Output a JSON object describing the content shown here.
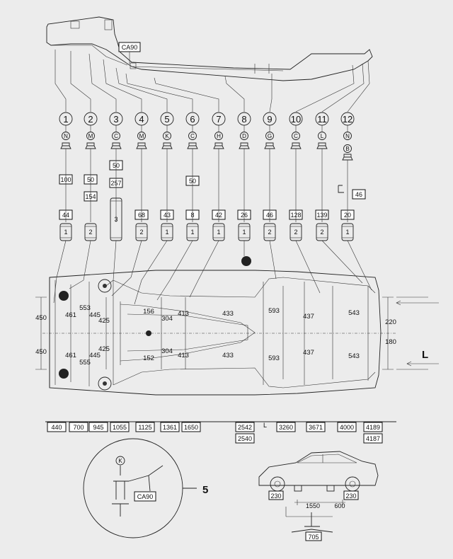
{
  "top_label": "CA90",
  "points": [
    {
      "num": "1",
      "letter": "N",
      "dims": [
        "100",
        "44"
      ],
      "pad": "1"
    },
    {
      "num": "2",
      "letter": "M",
      "dims": [
        "50",
        "154"
      ],
      "pad": "2"
    },
    {
      "num": "3",
      "letter": "C",
      "dims": [
        "50",
        "257"
      ],
      "pad": "3"
    },
    {
      "num": "4",
      "letter": "M",
      "dims": [
        "68"
      ],
      "pad": "2"
    },
    {
      "num": "5",
      "letter": "K",
      "dims": [
        "43"
      ],
      "pad": "1"
    },
    {
      "num": "6",
      "letter": "C",
      "dims": [
        "50",
        "8"
      ],
      "pad": "1"
    },
    {
      "num": "7",
      "letter": "H",
      "dims": [
        "42"
      ],
      "pad": "1"
    },
    {
      "num": "8",
      "letter": "D",
      "dims": [
        "26"
      ],
      "pad": "1"
    },
    {
      "num": "9",
      "letter": "G",
      "dims": [
        "46"
      ],
      "pad": "2"
    },
    {
      "num": "10",
      "letter": "C",
      "dims": [
        "128"
      ],
      "pad": "2"
    },
    {
      "num": "11",
      "letter": "L",
      "dims": [
        "139"
      ],
      "pad": "2"
    },
    {
      "num": "12",
      "letter": "N",
      "letter2": "B",
      "dims": [
        "46",
        "20"
      ],
      "pad": "1"
    }
  ],
  "chassis_dims": {
    "left_width": [
      "450",
      "450"
    ],
    "track": [
      "461",
      "461"
    ],
    "inner1": [
      "553",
      "555"
    ],
    "inner2": [
      "445",
      "445"
    ],
    "inner3": [
      "425",
      "425"
    ],
    "mid1": [
      "156",
      "152"
    ],
    "mid2": [
      "304",
      "304"
    ],
    "mid3": [
      "413",
      "413"
    ],
    "mid4": [
      "433",
      "433"
    ],
    "rear1": [
      "593",
      "593"
    ],
    "rear2": [
      "437",
      "437"
    ],
    "rear3": [
      "543",
      "543"
    ],
    "rear_right": [
      "220",
      "180"
    ]
  },
  "bottom_dims": [
    "440",
    "700",
    "945",
    "1055",
    "1125",
    "1361",
    "1650",
    "2542",
    "2540",
    "3260",
    "3671",
    "4000",
    "4189",
    "4187"
  ],
  "axis_label": "L",
  "detail_view": {
    "letter": "K",
    "label": "CA90",
    "number": "5"
  },
  "car_view": {
    "left": "230",
    "right": "230",
    "span": "1550",
    "offset": "600",
    "bottom": "705"
  }
}
